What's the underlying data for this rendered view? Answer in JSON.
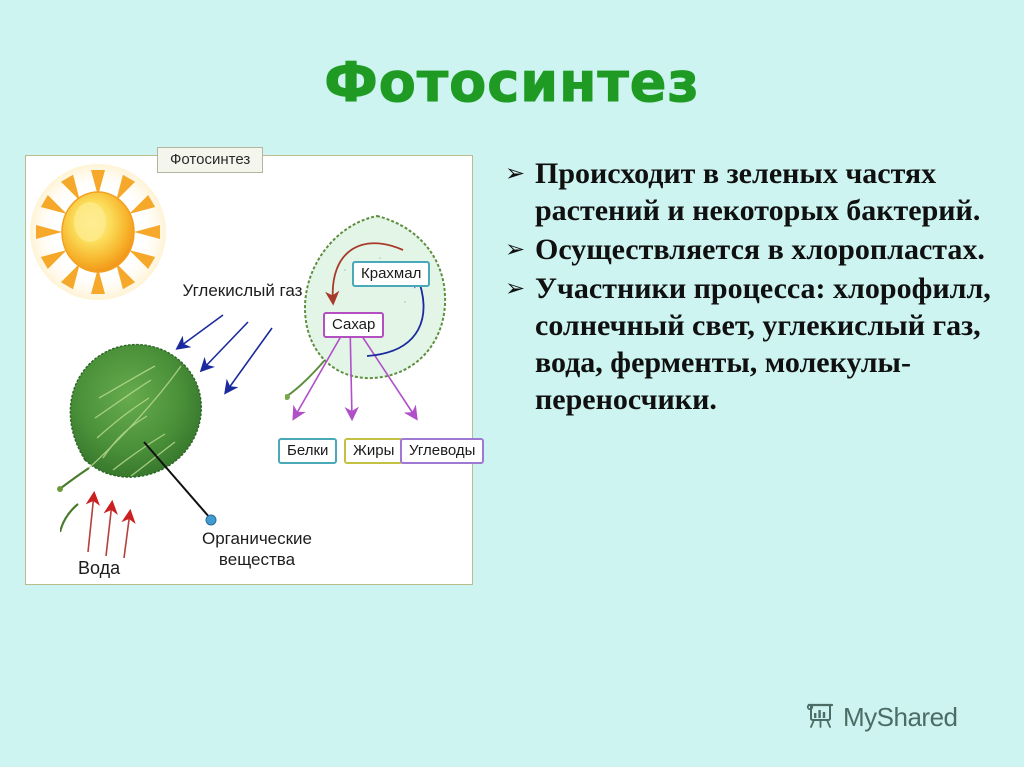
{
  "slide": {
    "title": "Фотосинтез",
    "background_color": "#cdf4f0",
    "title_color": "#1f9b24"
  },
  "diagram": {
    "caption": "Фотосинтез",
    "frame_border_color": "#b9bd8e",
    "labels": {
      "co2": "Углекислый газ",
      "water": "Вода",
      "organic": "Органические вещества"
    },
    "nodes": [
      {
        "id": "starch",
        "label": "Крахмал",
        "border_color": "#4aa9b8"
      },
      {
        "id": "sugar",
        "label": "Сахар",
        "border_color": "#b34fc0"
      },
      {
        "id": "proteins",
        "label": "Белки",
        "border_color": "#4aa9b8"
      },
      {
        "id": "fats",
        "label": "Жиры",
        "border_color": "#c3c042"
      },
      {
        "id": "carbs",
        "label": "Углеводы",
        "border_color": "#9f78d4"
      }
    ],
    "arrow_colors": {
      "co2_arrows": "#1b2a9c",
      "water_arrows": "#cc1f1f",
      "starch_in": "#a83a2a",
      "starch_out": "#1b2a9c",
      "products": "#b04fc8",
      "organic_pointer": "#111111"
    },
    "sun_colors": {
      "ray": "#f6a82a",
      "core_outer": "#f5a623",
      "core_inner": "#fbe06a"
    },
    "leaf_colors": {
      "photo_leaf": "#3f8b35",
      "pathway_fill": "#e3f5e7",
      "pathway_outline": "#5e8f3f"
    }
  },
  "bullets": [
    {
      "marker": "➢",
      "text": "Происходит в зеленых частях растений и некоторых бактерий."
    },
    {
      "marker": "➢",
      "text": "Осуществляется в хлоропластах."
    },
    {
      "marker": "➢",
      "text": "Участники процесса: хлорофилл, солнечный свет, углекислый газ, вода, ферменты, молекулы-переносчики."
    }
  ],
  "watermark": {
    "text": "MyShared",
    "icon": "presentation-board-icon",
    "color": "#4c6d66"
  }
}
